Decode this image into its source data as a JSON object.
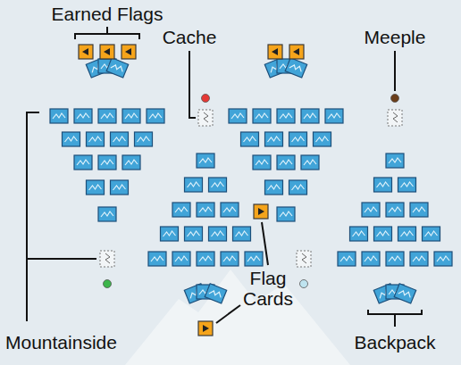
{
  "diagram": {
    "labels": [
      "Earned Flags",
      "Cache",
      "Meeple",
      "Mountainside",
      "Flag Cards",
      "Backpack"
    ]
  }
}
